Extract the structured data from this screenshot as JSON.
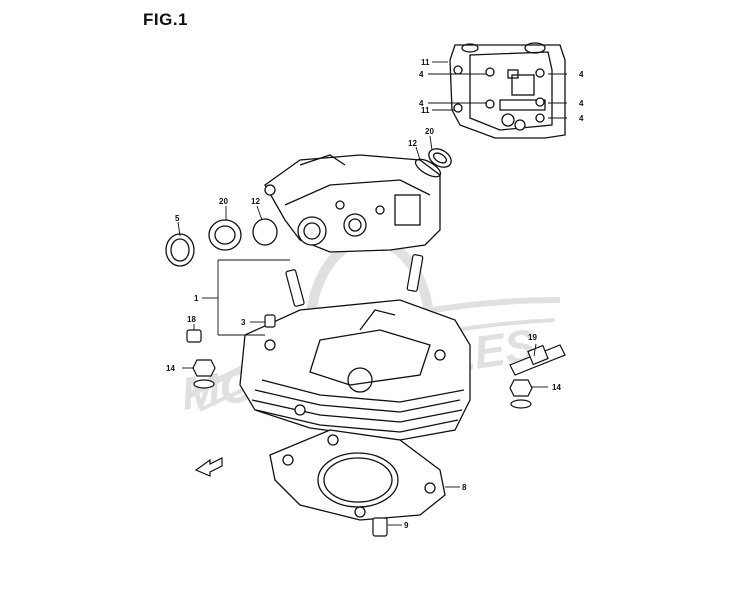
{
  "figure": {
    "title": "FIG.1"
  },
  "callouts": {
    "c1": "1",
    "c3": "3",
    "c4a": "4",
    "c4b": "4",
    "c4c": "4",
    "c4d": "4",
    "c4e": "4",
    "c5": "5",
    "c8": "8",
    "c9": "9",
    "c11a": "11",
    "c11b": "11",
    "c12a": "12",
    "c12b": "12",
    "c14a": "14",
    "c14b": "14",
    "c18": "18",
    "c19": "19",
    "c20a": "20",
    "c20b": "20"
  },
  "watermark": {
    "text": "MOTORCYCLES"
  },
  "colors": {
    "line": "#111111",
    "watermark": "#c8c8c8",
    "background": "#ffffff"
  }
}
